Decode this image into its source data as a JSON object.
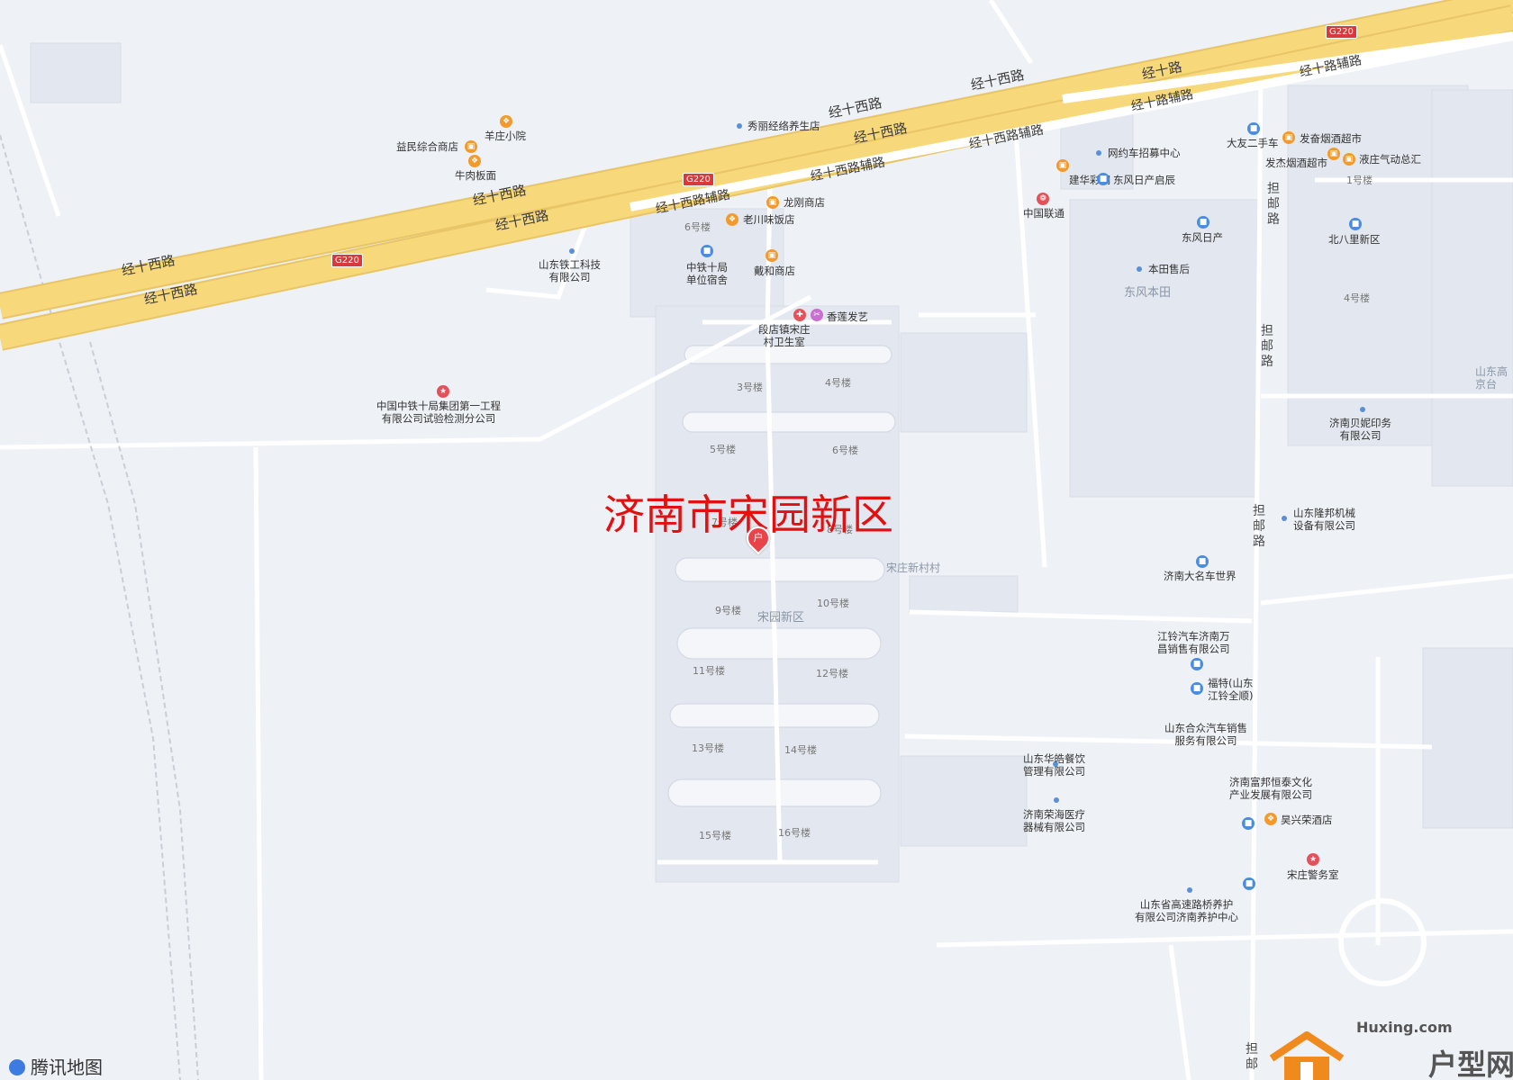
{
  "map": {
    "title": "济南市宋园新区",
    "pin_glyph": "户",
    "brand": "腾讯地图",
    "watermark_url": "Huxing.com",
    "watermark_cn": "户型网",
    "colors": {
      "main_road": "#f7d87a",
      "road_edge": "#e8c566",
      "background": "#eef1f6",
      "title": "#e21010"
    }
  },
  "roads": {
    "jingshixi_1": "经十西路",
    "jingshixi_2": "经十西路",
    "jingshixi_3": "经十西路",
    "jingshixi_4": "经十西路",
    "jingshixi_5": "经十西路",
    "jingshixi_6": "经十西路",
    "jingshixi_7": "经十西路",
    "jingshi": "经十路",
    "aux_1": "经十西路辅路",
    "aux_2": "经十西路辅路",
    "aux_3": "经十西路辅路",
    "aux_4": "经十路辅路",
    "aux_5": "经十路辅路",
    "g220_a": "G220",
    "g220_b": "G220",
    "g220_c": "G220",
    "danyou_1": "担邮路",
    "danyou_2": "担邮路",
    "danyou_3": "担邮路",
    "danyou_4": "担邮"
  },
  "buildings": {
    "b3": "3号楼",
    "b4": "4号楼",
    "b5": "5号楼",
    "b6": "6号楼",
    "b7": "7号楼",
    "b8": "8号楼",
    "b9": "9号楼",
    "b10": "10号楼",
    "b11": "11号楼",
    "b12": "12号楼",
    "b13": "13号楼",
    "b14": "14号楼",
    "b15": "15号楼",
    "b16": "16号楼",
    "b6b": "6号楼",
    "b1r": "1号楼",
    "b4r": "4号楼"
  },
  "areas": {
    "songyuan": "宋园新区",
    "songzhuang_village": "宋庄新村村",
    "dongfeng_honda": "东风本田",
    "shandong_gao": "山东高\n京台"
  },
  "pois": {
    "yangzhuang": "羊庄小院",
    "yimin": "益民综合商店",
    "niurou": "牛肉板面",
    "xiuli": "秀丽经络养生店",
    "longgang": "龙刚商店",
    "laochuan": "老川味饭店",
    "tiegongke": "山东铁工科技\n有限公司",
    "zhongtie": "中铁十局\n单位宿舍",
    "daihe": "戴和商店",
    "xianglian": "香莲发艺",
    "clinic": "段店镇宋庄\n村卫生室",
    "zhongguo_zhongtie": "中国中铁十局集团第一工程\n有限公司试验检测分公司",
    "wangyue": "网约车招募中心",
    "jianhua": "建华彩钢",
    "dongfeng_richan_qichen": "东风日产启辰",
    "unicom": "中国联通",
    "dayou": "大友二手车",
    "fafen": "发奋烟酒超市",
    "fajie": "发杰烟酒超市",
    "yezhuang": "液庄气动总汇",
    "dongfeng_richan": "东风日产",
    "beibali": "北八里新区",
    "bentian": "本田售后",
    "beini": "济南贝妮印务\n有限公司",
    "longbang": "山东隆邦机械\n设备有限公司",
    "damingche": "济南大名车世界",
    "jiangling": "江铃汽车济南万\n昌销售有限公司",
    "fute": "福特(山东\n江铃全顺)",
    "hezhong": "山东合众汽车销售\n服务有限公司",
    "huahao": "山东华皓餐饮\n管理有限公司",
    "fubang": "济南富邦恒泰文化\n产业发展有限公司",
    "ronghai": "济南荣海医疗\n器械有限公司",
    "haoxingrong": "昊兴荣酒店",
    "police": "宋庄警务室",
    "gaosu": "山东省高速路桥养护\n有限公司济南养护中心"
  }
}
